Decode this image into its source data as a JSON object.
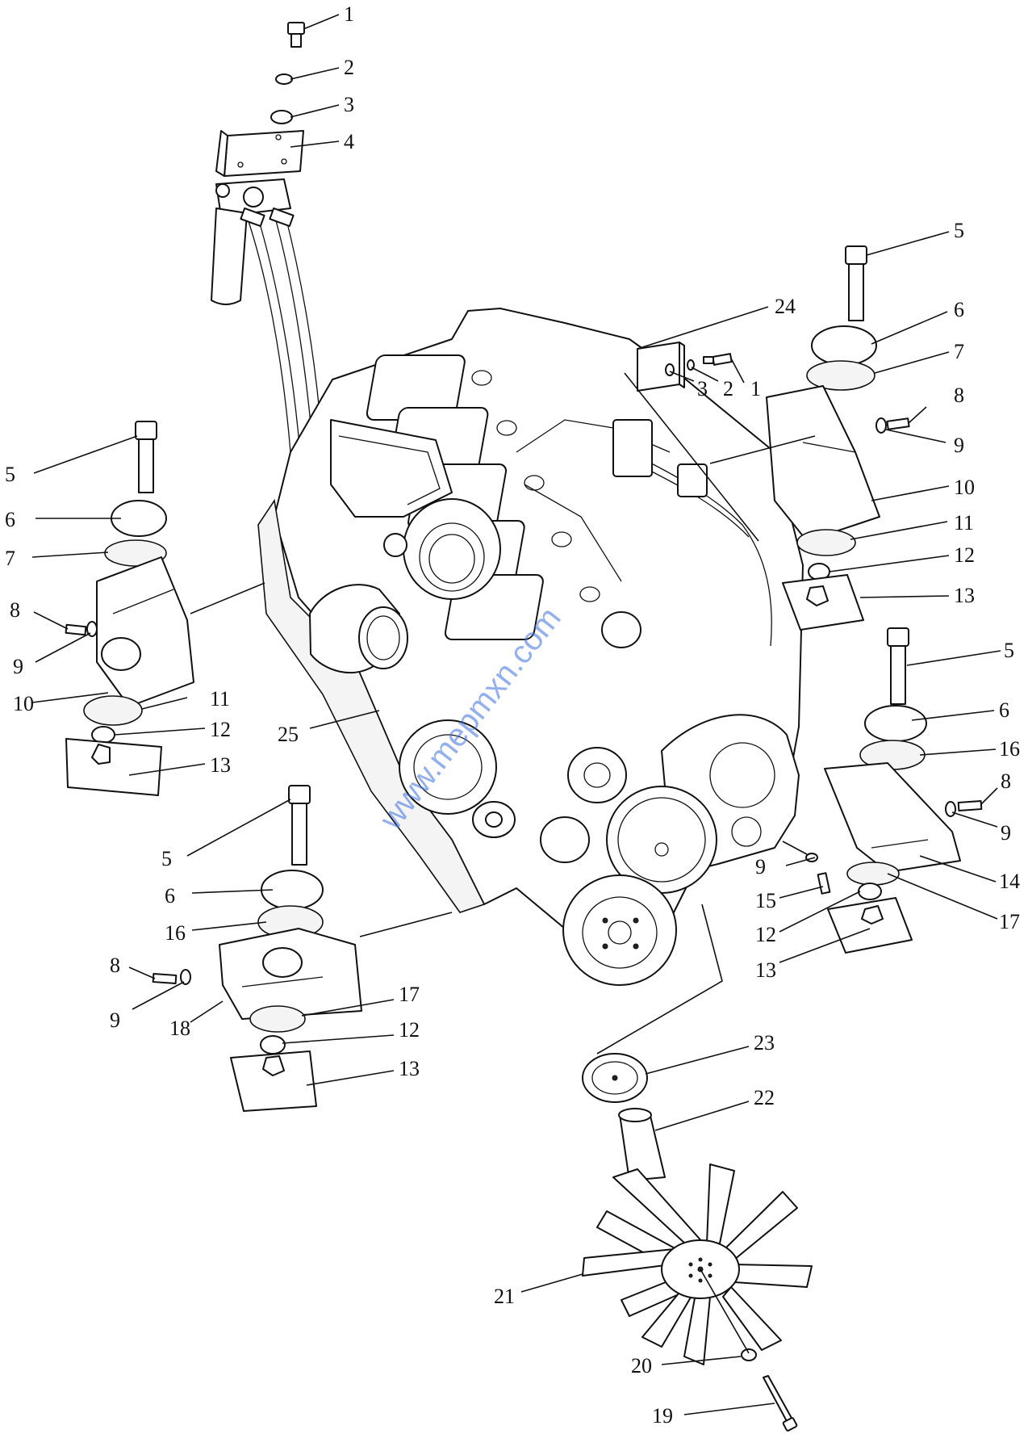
{
  "watermark": "www.mepmxn.com",
  "callouts": {
    "top_1": "1",
    "top_2": "2",
    "top_3": "3",
    "top_4": "4",
    "bracket24": "24",
    "b24_1": "1",
    "b24_2": "2",
    "b24_3": "3",
    "ur_5": "5",
    "ur_6": "6",
    "ur_7": "7",
    "ur_8": "8",
    "ur_9": "9",
    "ur_10": "10",
    "ur_11": "11",
    "ur_12": "12",
    "ur_13": "13",
    "ul_5": "5",
    "ul_6": "6",
    "ul_7": "7",
    "ul_8": "8",
    "ul_9": "9",
    "ul_10": "10",
    "ul_11": "11",
    "ul_12": "12",
    "ul_13": "13",
    "lr_5": "5",
    "lr_6": "6",
    "lr_16": "16",
    "lr_8": "8",
    "lr_9a": "9",
    "lr_9b": "9",
    "lr_14": "14",
    "lr_15": "15",
    "lr_17": "17",
    "lr_12": "12",
    "lr_13": "13",
    "ll_5": "5",
    "ll_6": "6",
    "ll_16": "16",
    "ll_8": "8",
    "ll_9": "9",
    "ll_18": "18",
    "ll_17": "17",
    "ll_12": "12",
    "ll_13": "13",
    "engine_25": "25",
    "fan_23": "23",
    "fan_22": "22",
    "fan_21": "21",
    "fan_20": "20",
    "fan_19": "19"
  }
}
